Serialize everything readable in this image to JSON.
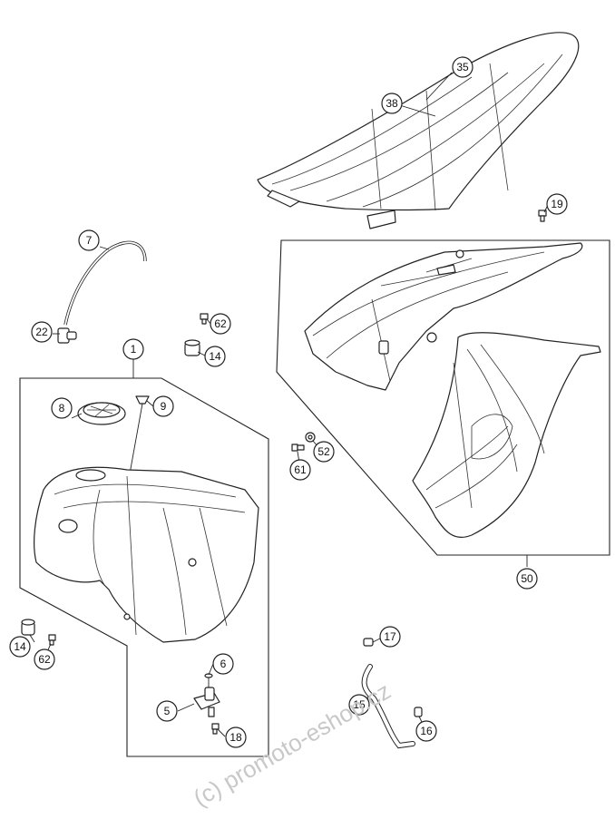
{
  "callouts": {
    "c1": "1",
    "c5": "5",
    "c6": "6",
    "c7": "7",
    "c8": "8",
    "c9": "9",
    "c14a": "14",
    "c14b": "14",
    "c15": "15",
    "c16": "16",
    "c17": "17",
    "c18": "18",
    "c19": "19",
    "c22": "22",
    "c35": "35",
    "c38": "38",
    "c50": "50",
    "c52": "52",
    "c61": "61",
    "c62a": "62",
    "c62b": "62"
  },
  "watermark": "(c) promoto-eshop.cz",
  "colors": {
    "line": "#222222",
    "background": "#ffffff",
    "watermark": "#c8c8c8"
  }
}
